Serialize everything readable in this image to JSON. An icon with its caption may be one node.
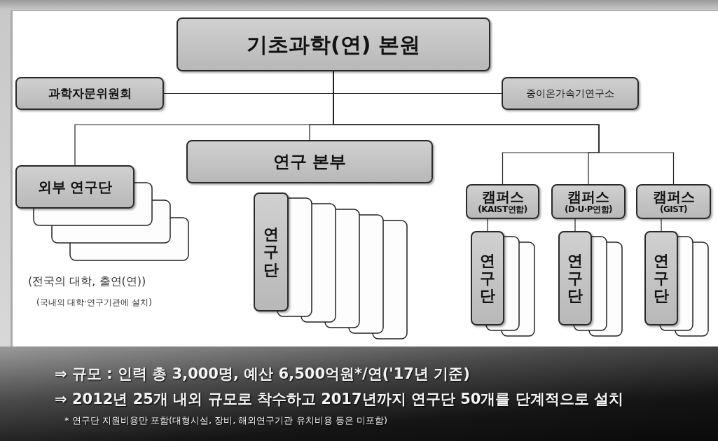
{
  "diagram": {
    "nodes": [
      {
        "text": [
          "기초과학(연) 본원"
        ]
      },
      {
        "text": [
          "과학자문위원회"
        ]
      },
      {
        "text": [
          "중이온가속기연구소"
        ]
      },
      {
        "text": [
          "외부 연구단"
        ],
        "beside": [
          "(전국의 대학, 출연(연))",
          "(국내외 대학·연구기관에 설치)"
        ]
      },
      {
        "text": [
          "연구 본부"
        ]
      },
      {
        "text": [
          "연구단"
        ]
      },
      {
        "text": [
          "캠퍼스",
          "(KAIST연합)"
        ]
      },
      {
        "text": [
          "캠퍼스",
          "(D·U·P연합)"
        ]
      },
      {
        "text": [
          "캠퍼스",
          "(GIST)"
        ]
      },
      {
        "text": [
          "연구단"
        ]
      },
      {
        "text": [
          "연구단"
        ]
      },
      {
        "text": [
          "연구단"
        ]
      }
    ],
    "edges": [
      {
        "from": 0,
        "to": 1,
        "arrow": "none"
      },
      {
        "from": 0,
        "to": 2,
        "arrow": "none"
      },
      {
        "from": 0,
        "to": 3,
        "arrow": "none"
      },
      {
        "from": 0,
        "to": 4,
        "arrow": "none"
      },
      {
        "from": 0,
        "to": 6,
        "arrow": "none"
      },
      {
        "from": 0,
        "to": 7,
        "arrow": "none"
      },
      {
        "from": 0,
        "to": 8,
        "arrow": "none"
      },
      {
        "from": 6,
        "to": 9,
        "arrow": "none"
      },
      {
        "from": 7,
        "to": 10,
        "arrow": "none"
      },
      {
        "from": 8,
        "to": 11,
        "arrow": "none"
      }
    ],
    "labels": [
      "⇒ 규모 : 인력 총 3,000명, 예산 6,500억원*/연('17년  기준)",
      "⇒ 2012년 25개 내외 규모로 착수하고 2017년까지 연구단 50개를 단계적으로 설치",
      "* 연구단 지원비용만 포함(대형시설, 장비, 해외연구기관 유치비용 등은 미포함)"
    ]
  }
}
